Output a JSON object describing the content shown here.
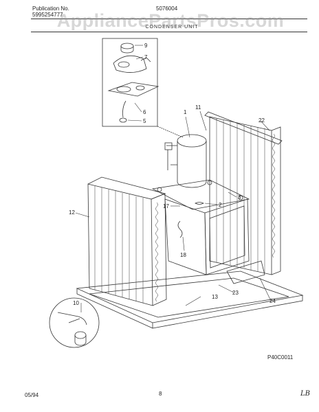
{
  "header": {
    "publication_label": "Publication No.",
    "publication_number": "5995254777",
    "model_code": "5076004",
    "section_title": "CONDENSER UNIT"
  },
  "watermark": "AppliancePartsPros.com",
  "figure_code": "P40C0011",
  "footer": {
    "date": "05/94",
    "page_number": "8",
    "initials": "LB"
  },
  "callouts": [
    "9",
    "7",
    "6",
    "5",
    "1",
    "11",
    "22",
    "3",
    "2",
    "17",
    "12",
    "18",
    "10",
    "13",
    "23",
    "24"
  ]
}
